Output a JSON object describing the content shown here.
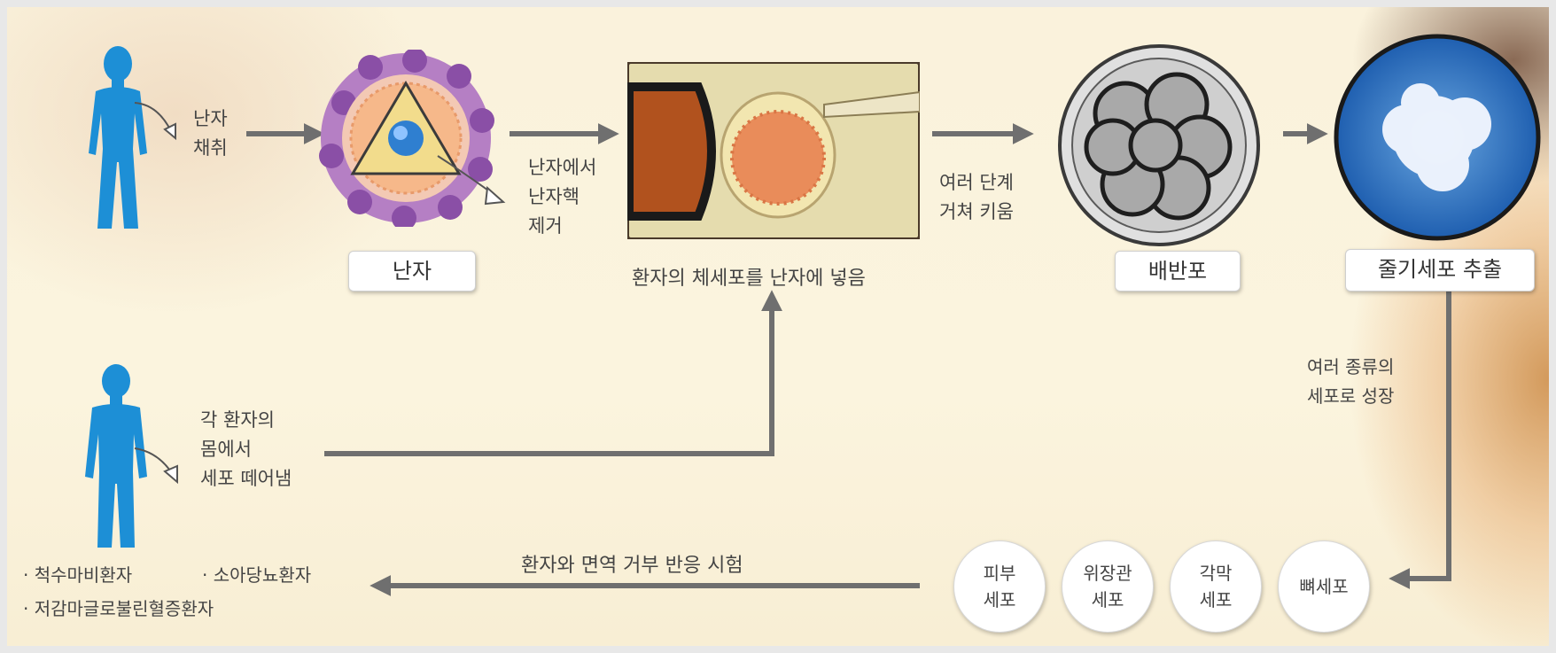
{
  "steps": {
    "egg_harvest": [
      "난자",
      "채취"
    ],
    "egg_caption": "난자",
    "nucleus_remove": [
      "난자에서",
      "난자핵",
      "제거"
    ],
    "insert_caption": "환자의 체세포를 난자에 넣음",
    "grow": [
      "여러 단계",
      "거쳐 키움"
    ],
    "blastocyst_caption": "배반포",
    "stem_caption": "줄기세포 추출",
    "differentiate": [
      "여러 종류의",
      "세포로 성장"
    ],
    "patient_cell": [
      "각 환자의",
      "몸에서",
      "세포 떼어냄"
    ],
    "immune_test": "환자와 면역 거부 반응 시험"
  },
  "cell_types": [
    [
      "피부",
      "세포"
    ],
    [
      "위장관",
      "세포"
    ],
    [
      "각막",
      "세포"
    ],
    [
      "뼈세포"
    ]
  ],
  "patients": {
    "line1_a": "· 척수마비환자",
    "line1_b": "· 소아당뇨환자",
    "line2": "· 저감마글로불린혈증환자"
  },
  "colors": {
    "human": "#1d8fd6",
    "arrow": "#6f6f6f",
    "stem_cell": "#2f78c4"
  }
}
